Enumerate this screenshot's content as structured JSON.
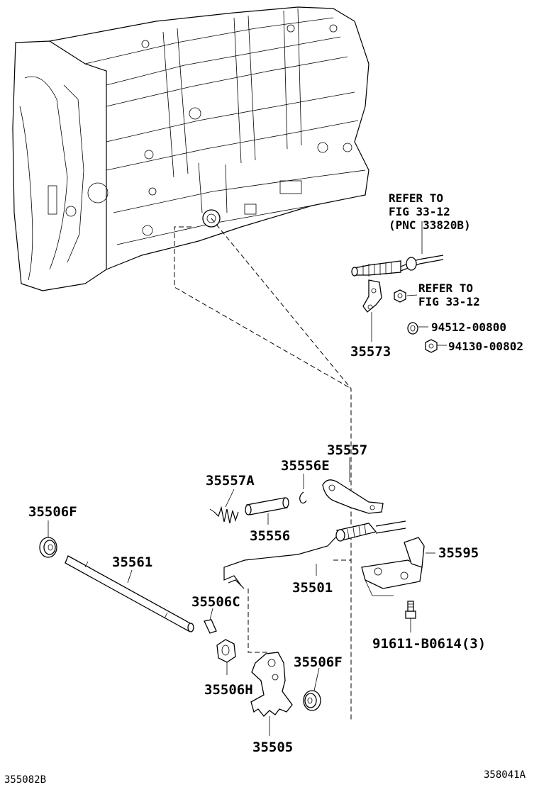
{
  "labels": {
    "refer1_line1": "REFER TO",
    "refer1_line2": "FIG 33-12",
    "refer1_line3": "(PNC 33820B)",
    "refer2_line1": "REFER TO",
    "refer2_line2": "FIG 33-12",
    "p94512": "94512-00800",
    "p94130": "94130-00802",
    "p35573": "35573",
    "p35557": "35557",
    "p35557A": "35557A",
    "p35556E": "35556E",
    "p35556": "35556",
    "p35506F_left": "35506F",
    "p35561": "35561",
    "p35501": "35501",
    "p35595": "35595",
    "p35506C": "35506C",
    "p91611": "91611-B0614(3)",
    "p35506H": "35506H",
    "p35506F_right": "35506F",
    "p35505": "35505"
  },
  "footer": {
    "left_code": "355082B",
    "right_code": "358041A"
  }
}
